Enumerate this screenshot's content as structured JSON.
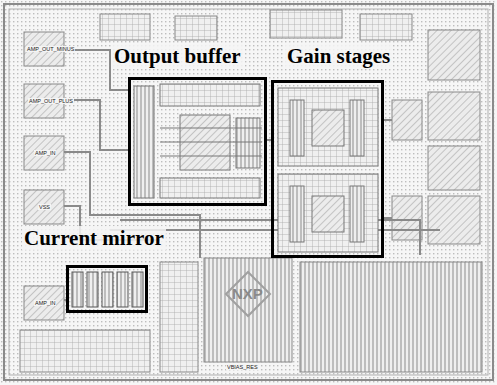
{
  "diagram": {
    "nodes": [
      {
        "text": [
          "Output buffer"
        ]
      },
      {
        "text": [
          "Gain stages"
        ]
      },
      {
        "text": [
          "Current mirror"
        ]
      }
    ],
    "labels": [
      "AMP_OUT_MINUS",
      "AMP_OUT_PLUS",
      "AMP_IN",
      "VSS",
      "AMP_IN",
      "NXP",
      "VBIAS_RES"
    ]
  }
}
